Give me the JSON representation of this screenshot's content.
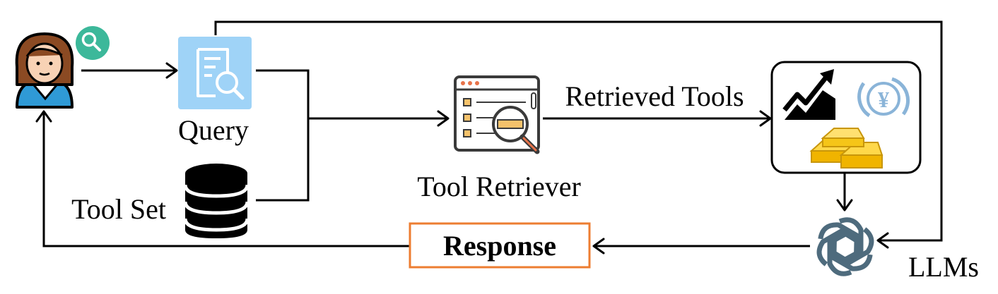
{
  "labels": {
    "query": "Query",
    "tool_set": "Tool Set",
    "tool_retriever": "Tool Retriever",
    "retrieved_tools": "Retrieved Tools",
    "response": "Response",
    "llms": "LLMs",
    "currency_symbol": "¥"
  },
  "colors": {
    "response_border": "#ed7d31",
    "query_icon_bg": "#9fd3f7",
    "search_badge": "#3cb89a",
    "llm_logo": "#4e6b7d",
    "gold": "#f5c518",
    "exchange": "#8ab4d8"
  },
  "icons": {
    "user": "user-avatar-icon",
    "search_badge": "search-icon",
    "query": "document-search-icon",
    "database": "database-icon",
    "retriever": "tool-retriever-icon",
    "stock": "stock-chart-icon",
    "exchange": "currency-exchange-icon",
    "gold": "gold-bars-icon",
    "llm": "llm-logo-icon"
  }
}
